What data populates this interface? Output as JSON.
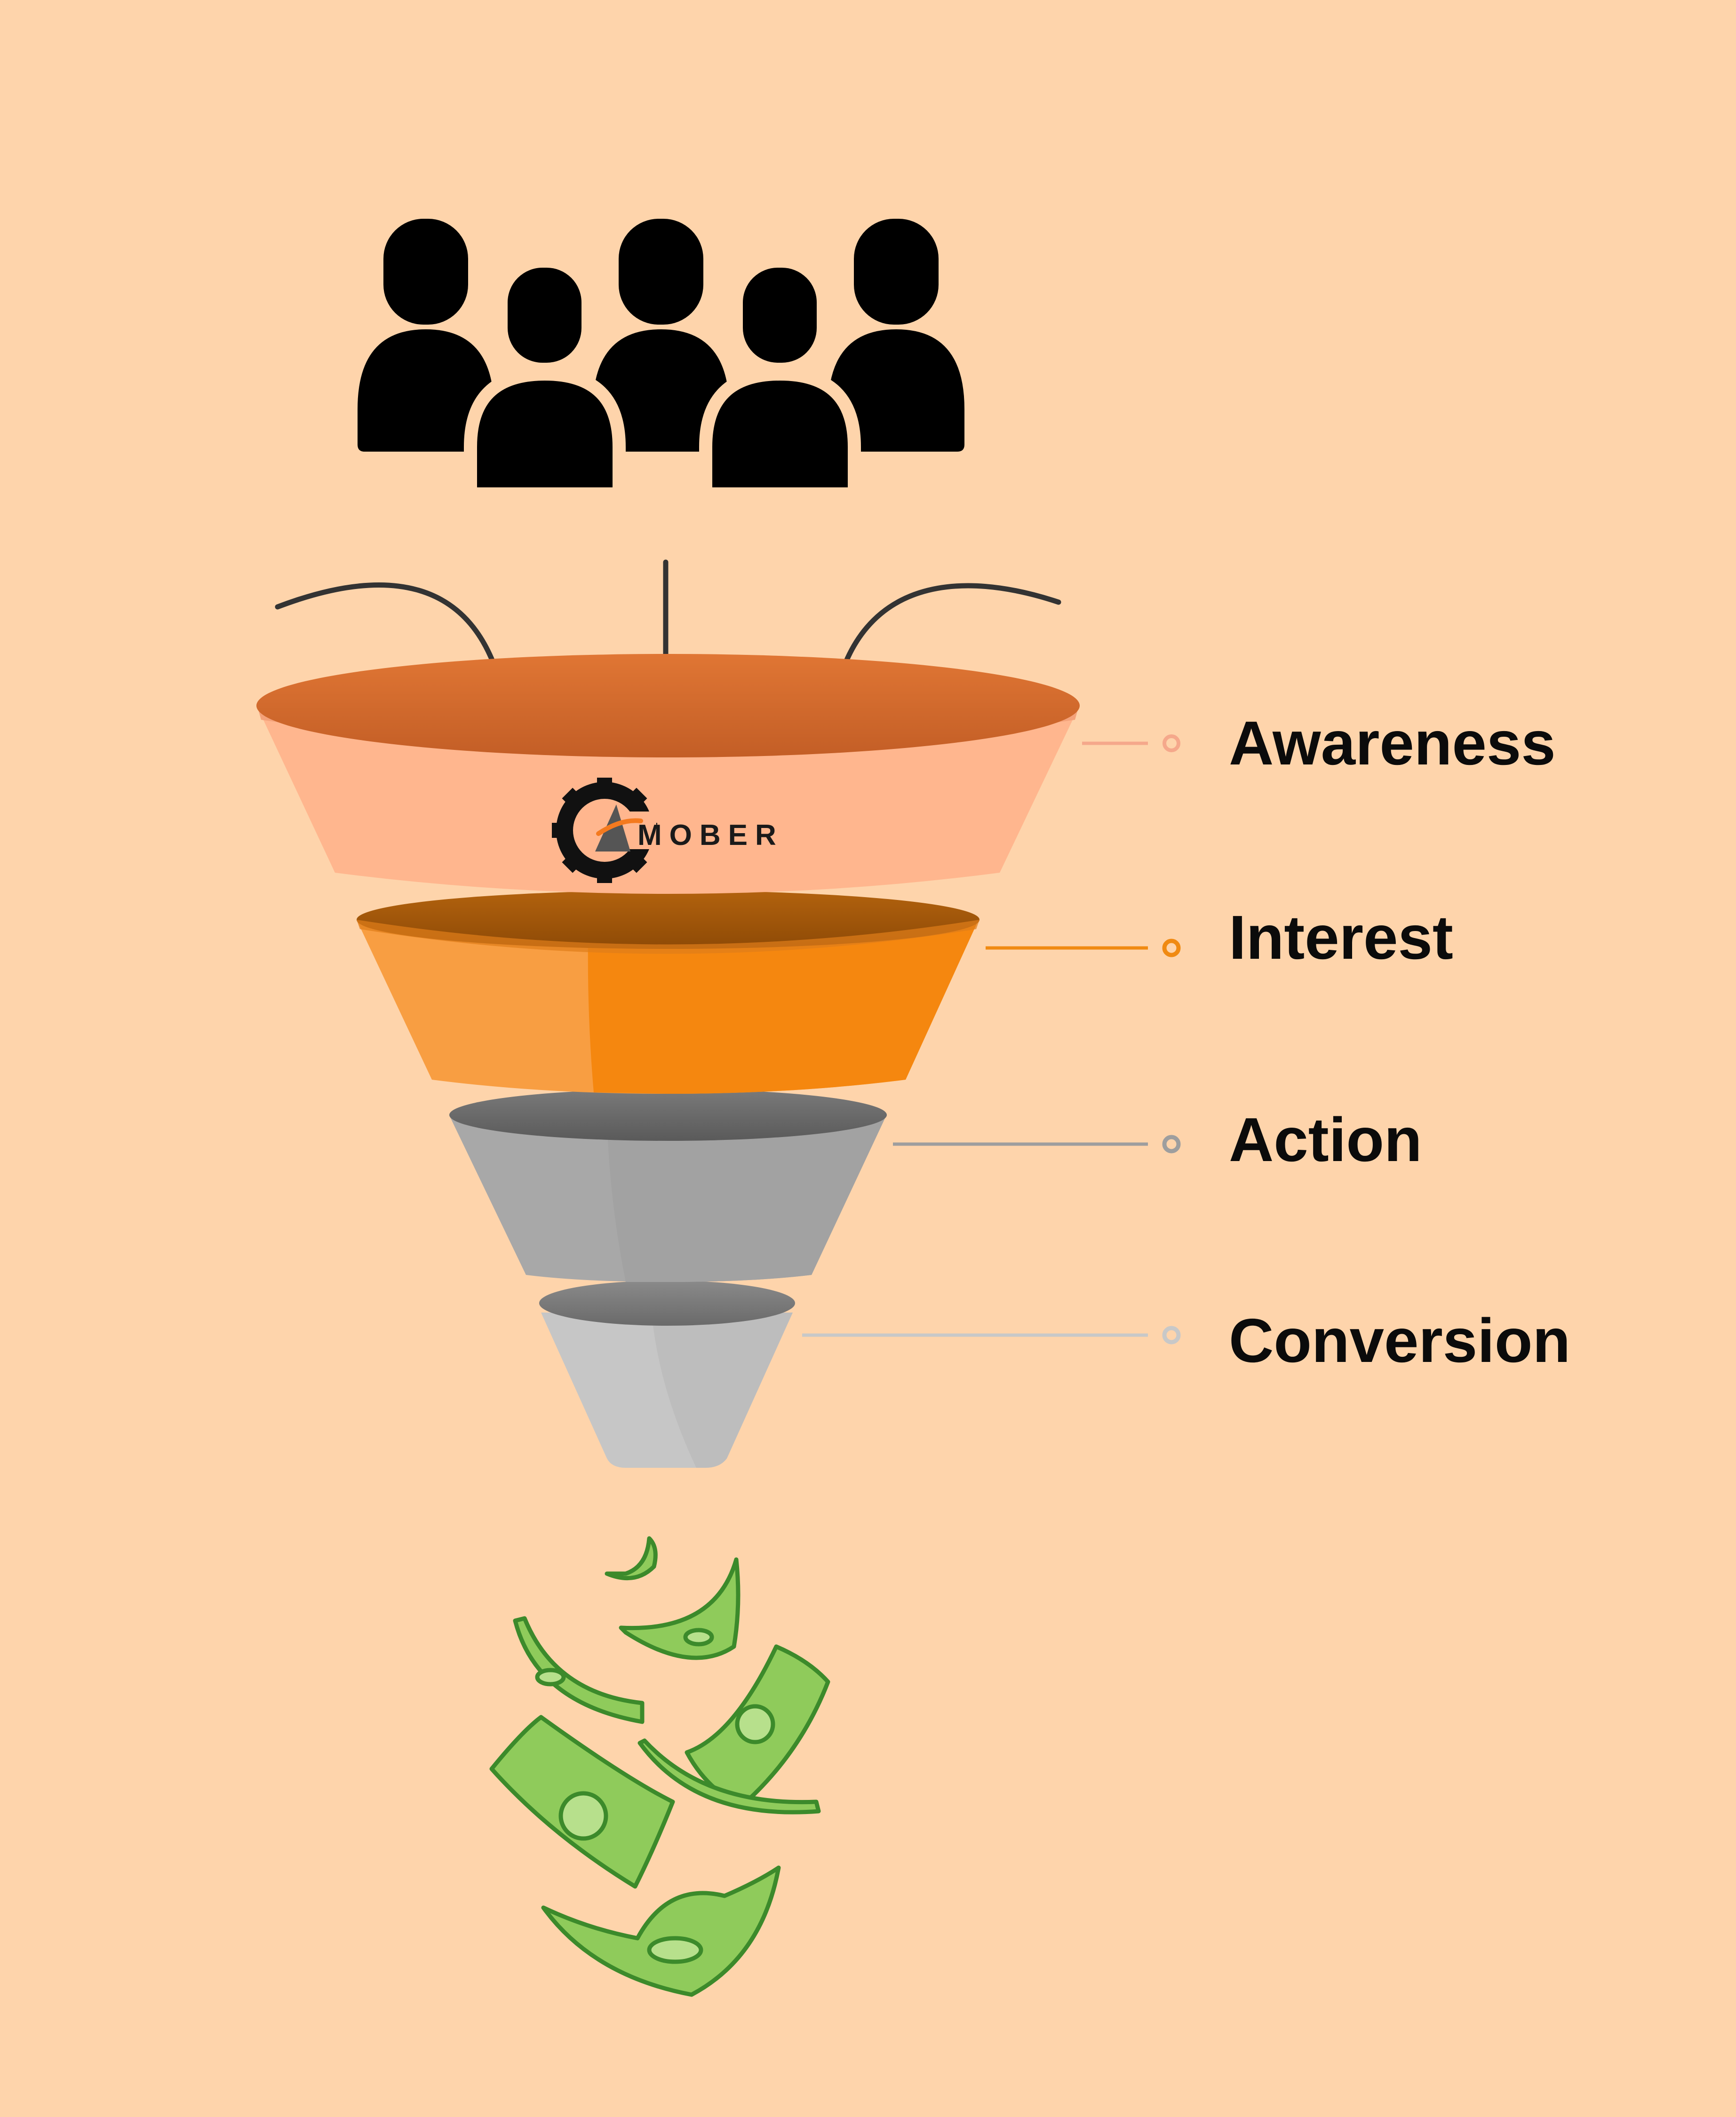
{
  "logo": {
    "text": "MOBER"
  },
  "stages": [
    {
      "label": "Awareness",
      "color": "#F5A88B"
    },
    {
      "label": "Interest",
      "color": "#F08A12"
    },
    {
      "label": "Action",
      "color": "#9E9E9E"
    },
    {
      "label": "Conversion",
      "color": "#C8C8C8"
    }
  ],
  "colors": {
    "background": "#FED4AB",
    "awareness_body": "#FFB68E",
    "awareness_top": "#D56A2E",
    "interest_body": "#F5870F",
    "interest_top": "#A65B0C",
    "action_body": "#A8A8A8",
    "action_top": "#6E6E6E",
    "conversion_body": "#C6C6C6",
    "conversion_top": "#7E7E7E",
    "money": "#8FCB5B",
    "money_dark": "#3C8A2B",
    "people": "#000000",
    "arrow": "#333333"
  },
  "icons": [
    "people-group-icon",
    "gear-icon",
    "arrow-down-icon",
    "money-bill-icon"
  ]
}
